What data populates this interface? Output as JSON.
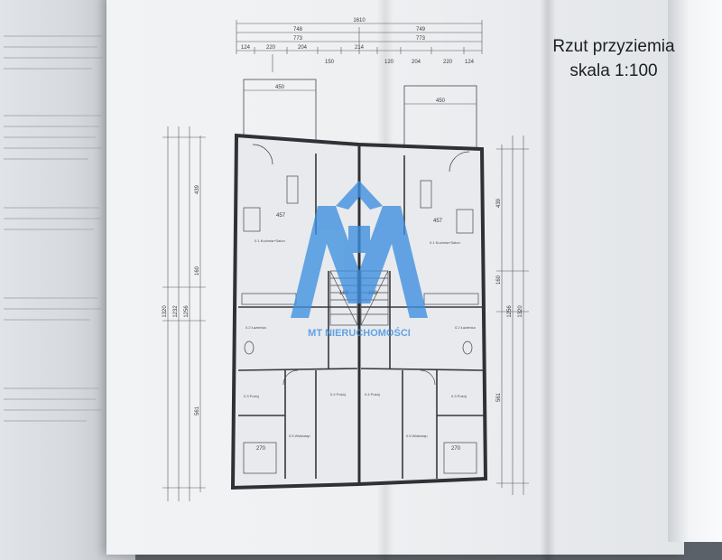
{
  "drawing": {
    "title_line1": "Rzut przyziemia",
    "title_line2": "skala 1:100"
  },
  "watermark": {
    "text": "MT NIERUCHOMOŚCI",
    "color": "#3d8fe0"
  },
  "dimensions_top": {
    "total": "1610",
    "row2_left": "748",
    "row2_right": "749",
    "row3_left": "773",
    "row3_right": "773",
    "row4": [
      "124",
      "220",
      "204",
      "150",
      "214",
      "120",
      "204",
      "220",
      "124"
    ],
    "terrace_left": "450",
    "terrace_right": "450"
  },
  "dimensions_left": [
    "1320",
    "1232",
    "1256",
    "439",
    "160",
    "561"
  ],
  "dimensions_right": [
    "439",
    "160",
    "561",
    "1256",
    "1320"
  ],
  "room_labels": [
    "0.1 Kuchnia+Salon",
    "0.1 Kuchnia+Salon",
    "0.2 Łazienka",
    "0.2 Łazienka",
    "0.3 Pokój",
    "0.3 Pokój",
    "0.4 Pokój",
    "0.4 Pokój",
    "0.5 Wiatrołap",
    "0.5 Wiatrołap"
  ],
  "interior_dims": [
    "457",
    "457",
    "168",
    "168",
    "270",
    "270"
  ],
  "colors": {
    "paper": "#eef0f2",
    "ink": "#2e3136",
    "background": "#5b6168"
  }
}
